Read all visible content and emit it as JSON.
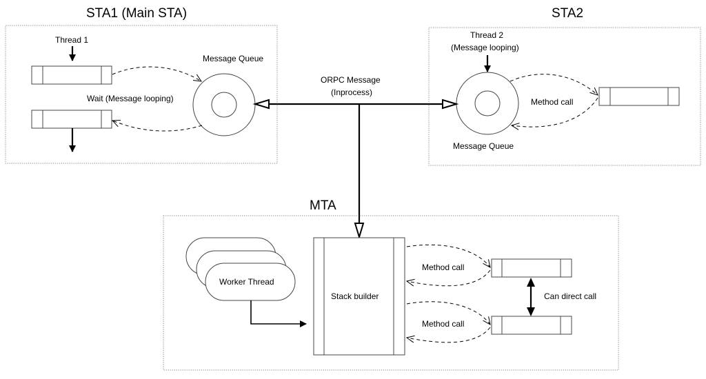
{
  "diagram": {
    "sta1": {
      "title": "STA1 (Main STA)",
      "thread_label": "Thread 1",
      "queue_label": "Message Queue",
      "wait_label": "Wait (Message looping)"
    },
    "sta2": {
      "title": "STA2",
      "thread_label_line1": "Thread 2",
      "thread_label_line2": "(Message looping)",
      "queue_label": "Message Queue",
      "method_call_label": "Method call"
    },
    "orpc": {
      "label_line1": "ORPC Message",
      "label_line2": "(Inprocess)"
    },
    "mta": {
      "title": "MTA",
      "worker_label": "Worker Thread",
      "stack_builder_label": "Stack builder",
      "method_call_1": "Method call",
      "method_call_2": "Method call",
      "direct_call_label": "Can direct call"
    }
  }
}
